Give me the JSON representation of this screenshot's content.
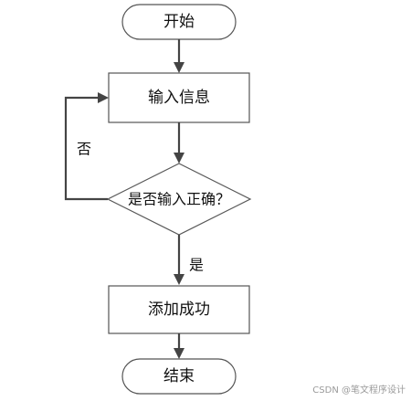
{
  "nodes": {
    "start": {
      "label": "开始",
      "shape": "terminator"
    },
    "input": {
      "label": "输入信息",
      "shape": "process"
    },
    "check": {
      "label": "是否输入正确？",
      "shape": "decision"
    },
    "success": {
      "label": "添加成功",
      "shape": "process"
    },
    "end": {
      "label": "结束",
      "shape": "terminator"
    }
  },
  "edges": {
    "start_to_input": {
      "label": ""
    },
    "input_to_check": {
      "label": ""
    },
    "check_no_to_input": {
      "label": "否"
    },
    "check_yes_to_success": {
      "label": "是"
    },
    "success_to_end": {
      "label": ""
    }
  },
  "watermark": "CSDN @笔文程序设计",
  "colors": {
    "stroke": "#555555",
    "edge": "#444444",
    "fill": "#ffffff",
    "text": "#111111",
    "watermark": "#9a9a9a"
  }
}
